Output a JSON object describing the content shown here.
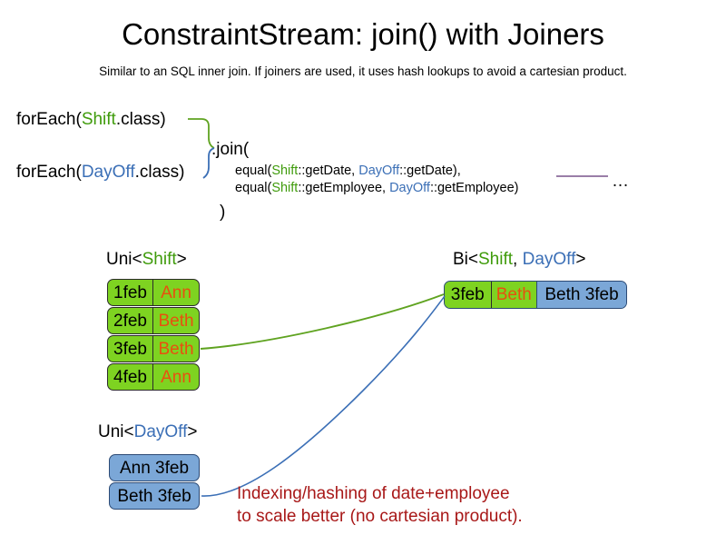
{
  "header": {
    "title": "ConstraintStream: join() with Joiners",
    "subtitle": "Similar to an SQL inner join. If joiners are used, it uses hash lookups to avoid a cartesian product."
  },
  "code": {
    "foreach_shift": {
      "prefix": "forEach(",
      "type": "Shift",
      "suffix": ".class)"
    },
    "foreach_dayoff": {
      "prefix": "forEach(",
      "type": "DayOff",
      "suffix": ".class)"
    },
    "join_open": ".join(",
    "joiner_1": {
      "prefix": "equal(",
      "left_type": "Shift",
      "left_ref": "::getDate, ",
      "right_type": "DayOff",
      "right_ref": "::getDate),"
    },
    "joiner_2": {
      "prefix": "equal(",
      "left_type": "Shift",
      "left_ref": "::getEmployee, ",
      "right_type": "DayOff",
      "right_ref": "::getEmployee)"
    },
    "join_close": ")",
    "ellipsis": "…"
  },
  "streams": {
    "uni_shift": {
      "header": {
        "prefix": "Uni<",
        "type": "Shift",
        "suffix": ">"
      },
      "rows": [
        {
          "date": "1feb",
          "name": "Ann"
        },
        {
          "date": "2feb",
          "name": "Beth"
        },
        {
          "date": "3feb",
          "name": "Beth"
        },
        {
          "date": "4feb",
          "name": "Ann"
        }
      ]
    },
    "uni_dayoff": {
      "header": {
        "prefix": "Uni<",
        "type": "DayOff",
        "suffix": ">"
      },
      "rows": [
        {
          "tuple": "Ann 3feb"
        },
        {
          "tuple": "Beth 3feb"
        }
      ]
    },
    "bi_join": {
      "header": {
        "prefix": "Bi<",
        "type_a": "Shift",
        "separator": ", ",
        "type_b": "DayOff",
        "suffix": ">"
      },
      "row": {
        "date": "3feb",
        "name": "Beth",
        "tuple": "Beth 3feb"
      }
    }
  },
  "annotation": {
    "line1": "Indexing/hashing of date+employee",
    "line2": "to scale better (no cartesian product)."
  },
  "colors": {
    "shift_green": "#3f9b0b",
    "dayoff_blue": "#3b6fb6",
    "box_green_fill": "#7ed321",
    "box_blue_fill": "#7ba7d7",
    "name_orange": "#e8500f",
    "annotation_red": "#a81818",
    "connector_green": "#5fa320",
    "connector_blue": "#3b6fb6",
    "rule_purple": "#8b6b9b"
  }
}
